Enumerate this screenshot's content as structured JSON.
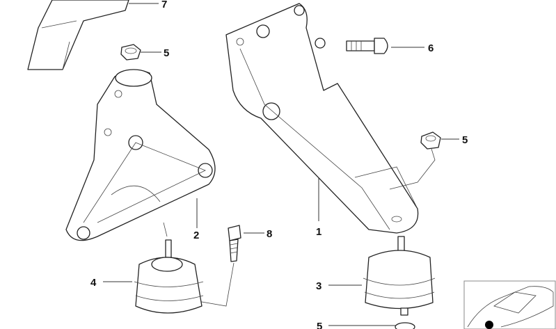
{
  "callouts": [
    {
      "id": "7",
      "part": "bracket-top-left"
    },
    {
      "id": "5",
      "part": "nut-upper-left"
    },
    {
      "id": "6",
      "part": "bolt"
    },
    {
      "id": "5",
      "part": "nut-right"
    },
    {
      "id": "2",
      "part": "engine-support-left"
    },
    {
      "id": "1",
      "part": "engine-support-right"
    },
    {
      "id": "8",
      "part": "stud-bolt"
    },
    {
      "id": "4",
      "part": "engine-mount-left"
    },
    {
      "id": "3",
      "part": "engine-mount-right"
    },
    {
      "id": "5",
      "part": "nut-bottom"
    }
  ],
  "thumbnail": {
    "icon": "car-location-icon",
    "marker_color": "#000000"
  }
}
